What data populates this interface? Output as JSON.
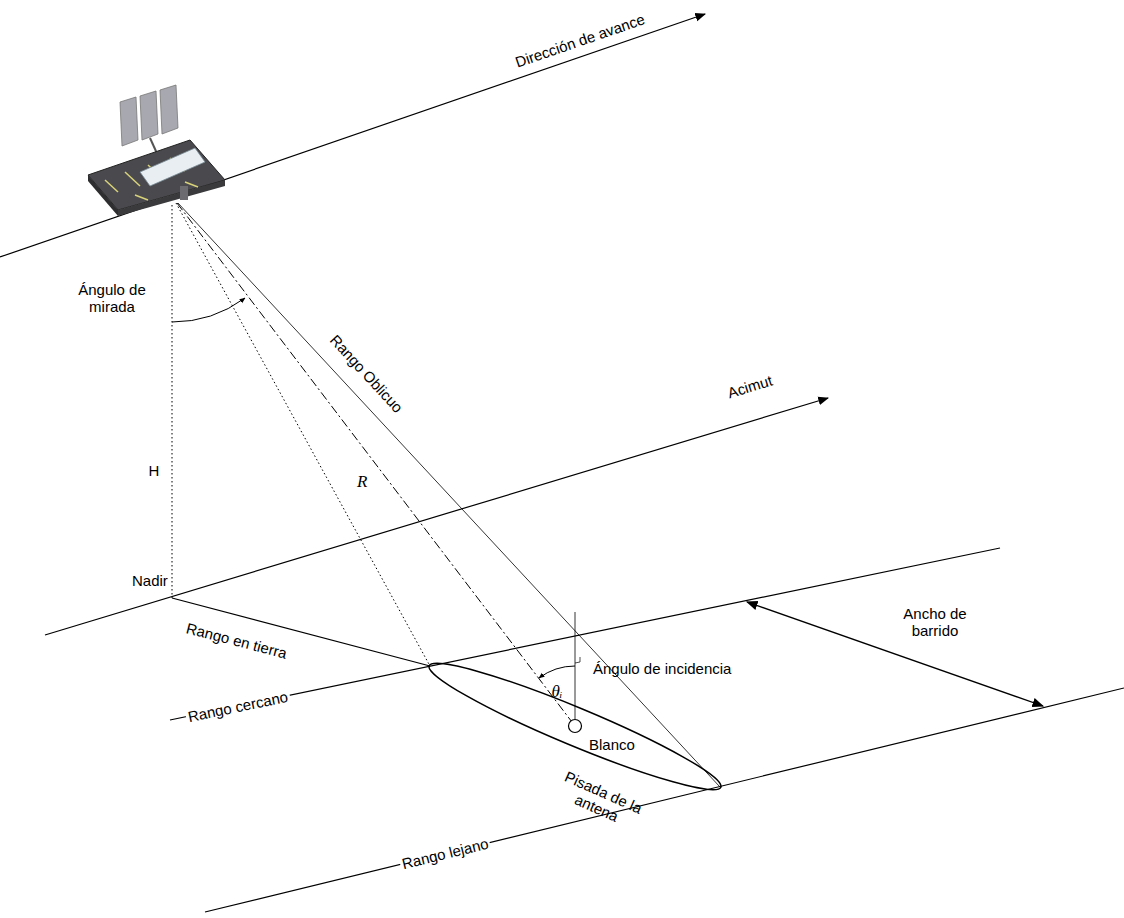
{
  "diagram": {
    "labels": [
      "Dirección de avance",
      "Ángulo de mirada",
      "Rango Oblicuo",
      "H",
      "R",
      "Acimut",
      "Nadir",
      "Rango en tierra",
      "Ángulo de incidencia",
      "θᵢ",
      "Ancho de barrido",
      "Rango cercano",
      "Blanco",
      "Pisada de la antena",
      "Rango lejano"
    ]
  }
}
